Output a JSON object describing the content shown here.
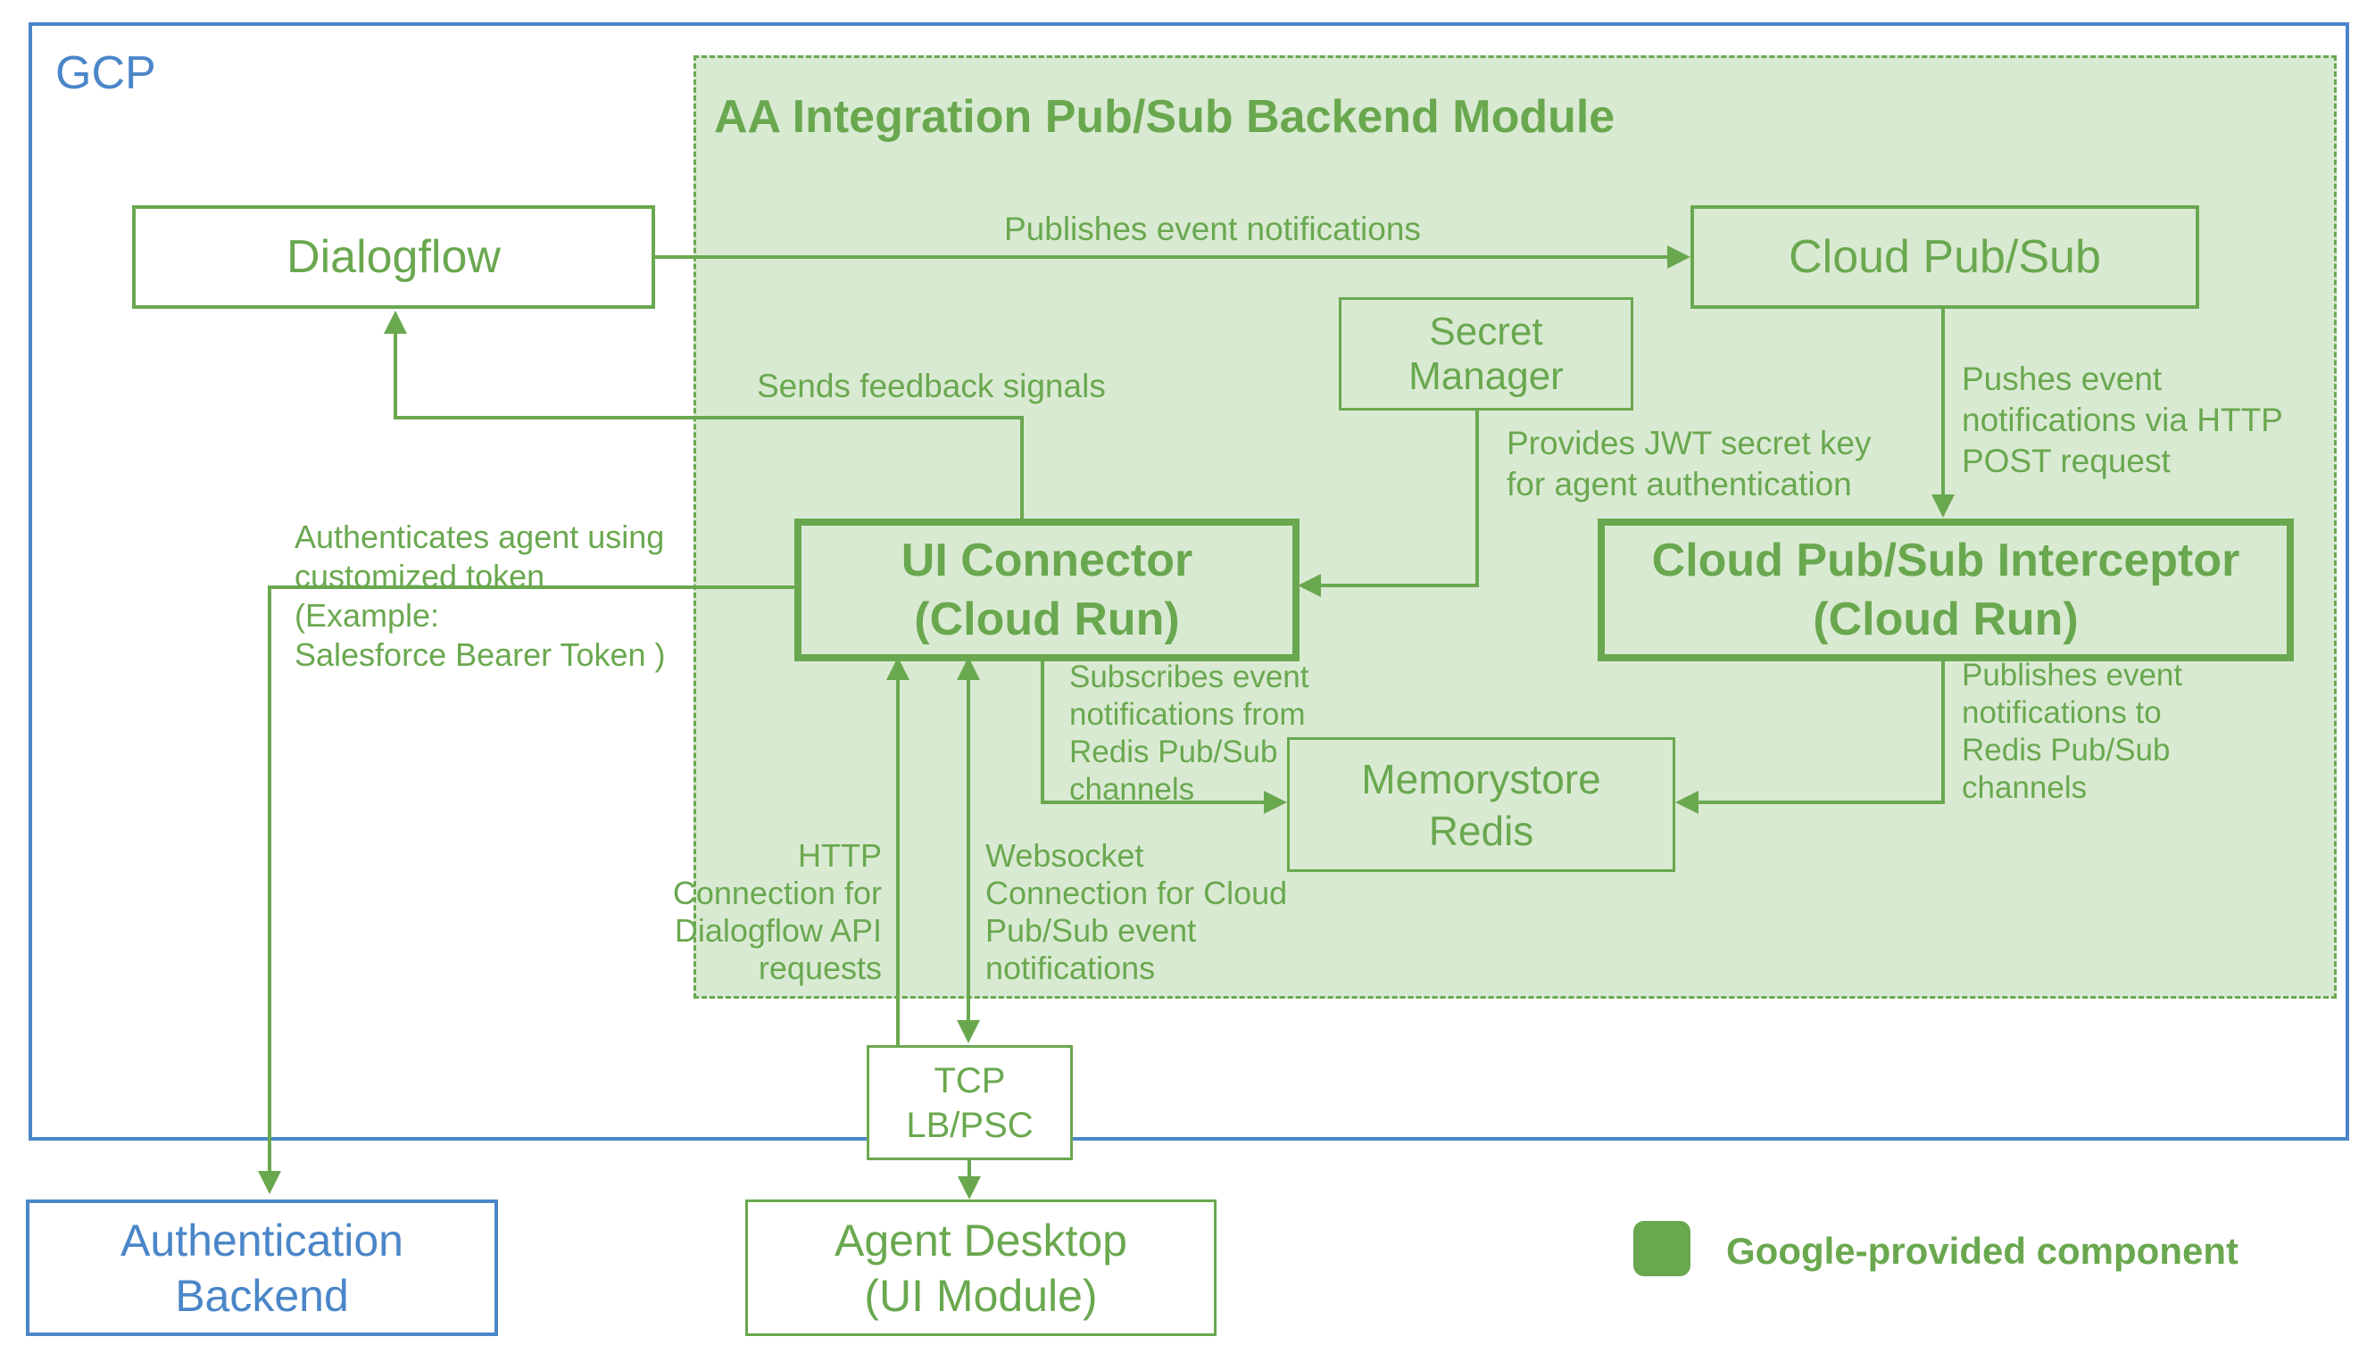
{
  "colors": {
    "green": "#6aa84f",
    "green_fill": "#d9ead3",
    "blue": "#4a86c8",
    "background": "#ffffff"
  },
  "gcp": {
    "label": "GCP"
  },
  "module": {
    "title": "AA Integration Pub/Sub Backend Module"
  },
  "nodes": {
    "dialogflow": {
      "label": "Dialogflow"
    },
    "cloud_pubsub": {
      "label": "Cloud Pub/Sub"
    },
    "secret_manager": {
      "label": "Secret\nManager"
    },
    "ui_connector": {
      "label": "UI Connector\n(Cloud Run)"
    },
    "interceptor": {
      "label": "Cloud Pub/Sub Interceptor\n(Cloud Run)"
    },
    "memorystore": {
      "label": "Memorystore\nRedis"
    },
    "tcp_lb": {
      "label": "TCP\nLB/PSC"
    },
    "agent_desktop": {
      "label": "Agent Desktop\n(UI Module)"
    },
    "auth_backend": {
      "label": "Authentication\nBackend"
    }
  },
  "edges": {
    "publishes": {
      "label": "Publishes event notifications"
    },
    "feedback": {
      "label": "Sends feedback signals"
    },
    "auth": {
      "label_top": "Authenticates agent using\ncustomized token",
      "label_bottom": "(Example:\nSalesforce Bearer Token )"
    },
    "provides": {
      "label": "Provides JWT secret key\nfor agent authentication"
    },
    "pushes": {
      "label": "Pushes event\nnotifications via HTTP\nPOST request"
    },
    "publishes_redis": {
      "label": "Publishes event\nnotifications to\nRedis Pub/Sub\nchannels"
    },
    "subscribes": {
      "label": "Subscribes event\nnotifications from\nRedis Pub/Sub\nchannels"
    },
    "http": {
      "label": "HTTP\nConnection for\nDialogflow API\nrequests"
    },
    "websocket": {
      "label": "Websocket\nConnection for Cloud\nPub/Sub event\nnotifications"
    }
  },
  "legend": {
    "label": "Google-provided component"
  }
}
